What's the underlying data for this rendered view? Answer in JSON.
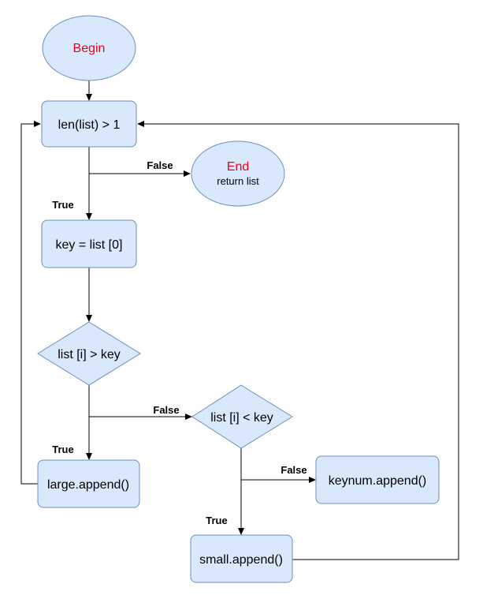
{
  "nodes": {
    "begin": {
      "label": "Begin"
    },
    "condition_len": {
      "label": "len(list) > 1"
    },
    "end": {
      "label": "End",
      "sublabel": "return list"
    },
    "assign_key": {
      "label": "key = list [0]"
    },
    "compare_greater": {
      "label": "list [i] > key"
    },
    "compare_less": {
      "label": "list [i] < key"
    },
    "append_large": {
      "label": "large.append()"
    },
    "append_keynum": {
      "label": "keynum.append()"
    },
    "append_small": {
      "label": "small.append()"
    }
  },
  "edges": {
    "len_false": "False",
    "len_true": "True",
    "greater_false": "False",
    "greater_true": "True",
    "less_false": "False",
    "less_true": "True"
  },
  "colors": {
    "node_fill": "#dae8fc",
    "node_stroke": "#6c8ebf",
    "terminal_text": "#e3071d",
    "edge": "#000000"
  }
}
